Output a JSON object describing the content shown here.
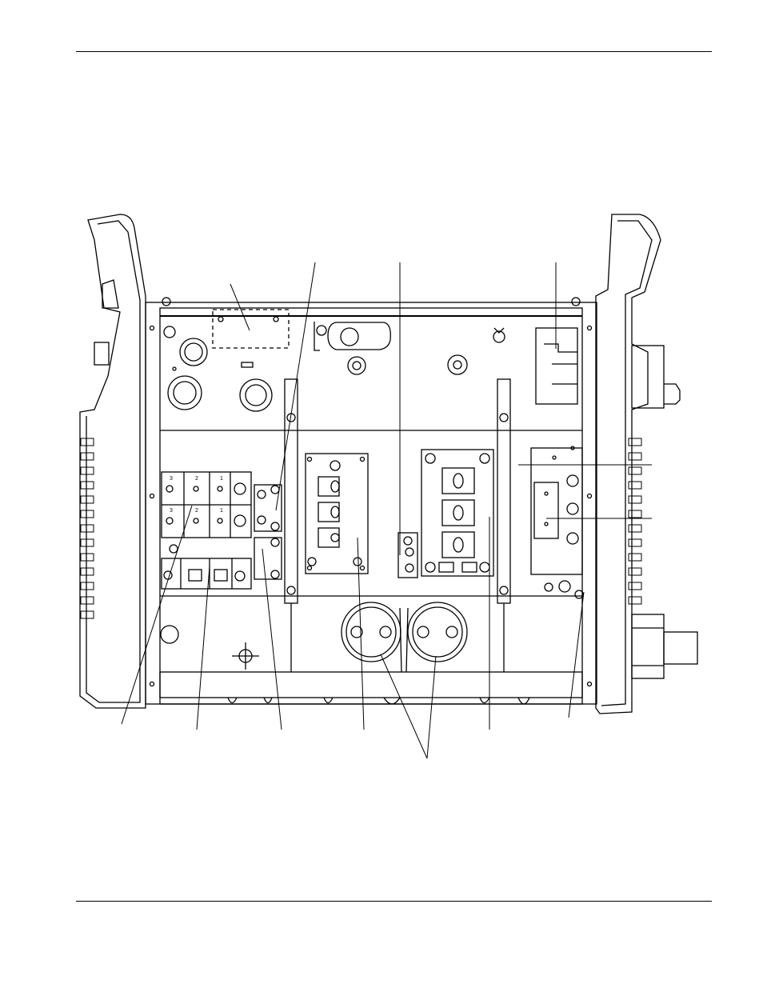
{
  "document": {
    "header_rule": true,
    "footer_rule": true
  },
  "figure": {
    "module_labels": [
      "3",
      "2",
      "1",
      "3",
      "2",
      "1"
    ],
    "callout_labels": [],
    "colors": {
      "ink": "#000000",
      "paper": "#ffffff"
    }
  }
}
